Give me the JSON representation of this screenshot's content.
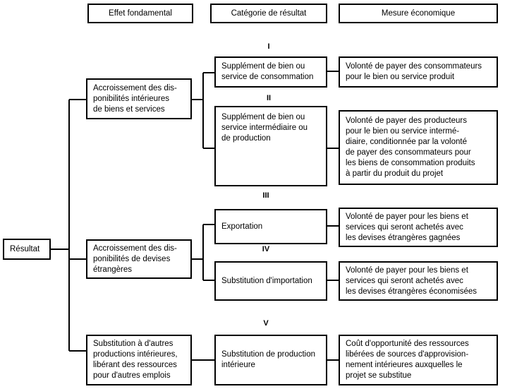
{
  "headers": {
    "effect": "Effet fondamental",
    "category": "Catégorie de résultat",
    "measure": "Mesure économique"
  },
  "root": "Résultat",
  "effects": [
    "Accroissement des dis-\nponibilités intérieures\nde biens et services",
    "Accroissement des dis-\nponibilités de devises\nétrangères",
    "Substitution à d'autres\nproductions intérieures,\nlibérant des ressources\npour d'autres emplois"
  ],
  "numerals": [
    "I",
    "II",
    "III",
    "IV",
    "V"
  ],
  "categories": [
    "Supplément de bien ou\nservice de consommation",
    "Supplément de bien ou\nservice intermédiaire ou\nde production",
    "Exportation",
    "Substitution d'importation",
    "Substitution de production\nintérieure"
  ],
  "measures": [
    "Volonté de payer des consommateurs\npour le bien ou service produit",
    "Volonté de payer des producteurs\npour le bien ou service intermé-\ndiaire, conditionnée par la volonté\nde payer des consommateurs pour\nles biens de consommation produits\nà partir du produit du projet",
    "Volonté de payer pour les biens et\nservices qui seront achetés avec\nles devises étrangères gagnées",
    "Volonté de payer pour les biens et\nservices qui seront achetés avec\nles devises étrangères économisées",
    "Coût d'opportunité des ressources\nlibérées de sources d'approvision-\nnement intérieures auxquelles le\nprojet se substitue"
  ]
}
